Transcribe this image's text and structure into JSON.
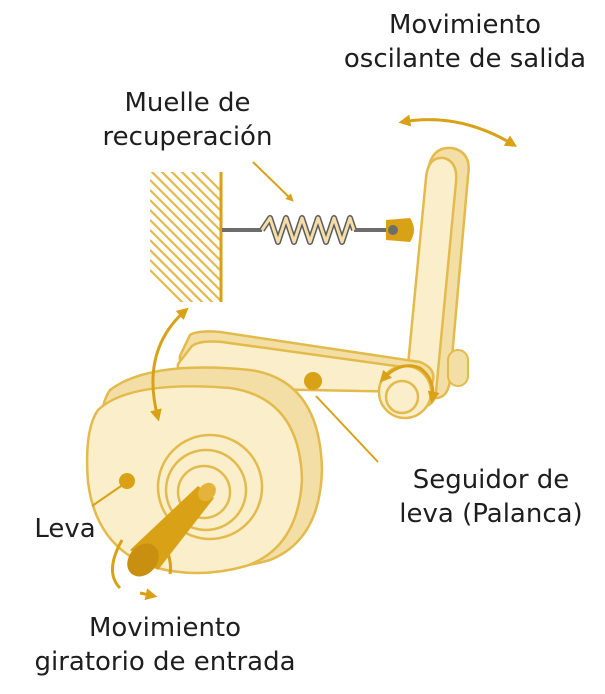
{
  "labels": {
    "output_motion": [
      "Movimiento",
      "oscilante de salida"
    ],
    "return_spring": [
      "Muelle de",
      "recuperación"
    ],
    "cam_follower": [
      "Seguidor de",
      "leva (Palanca)"
    ],
    "cam": "Leva",
    "input_motion": [
      "Movimiento",
      "giratorio de entrada"
    ]
  },
  "colors": {
    "part_fill": "#fbeecb",
    "part_fill_dark": "#f3dfa6",
    "outline": "#e3ba4c",
    "accent": "#d9a116",
    "shaft": "#d9a116",
    "spring_rod": "#6d6d6d",
    "text": "#1e1e1e"
  }
}
